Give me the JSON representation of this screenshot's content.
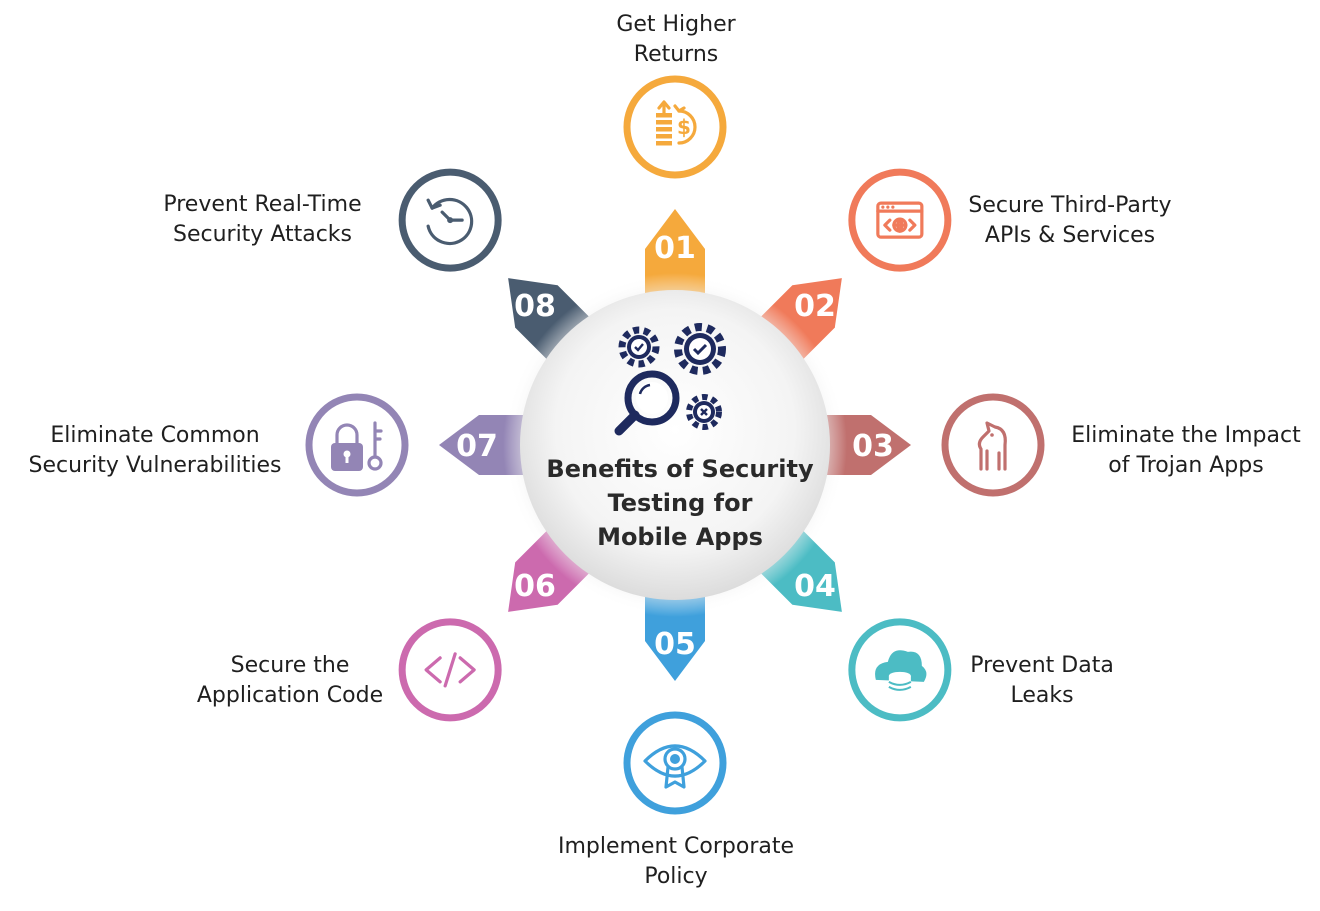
{
  "center": {
    "title_lines": [
      "Benefits of Security",
      "Testing for",
      "Mobile Apps"
    ]
  },
  "items": [
    {
      "number": "01",
      "lines": [
        "Get Higher",
        "Returns"
      ],
      "icon": "money-return-icon",
      "color": "#f5a93c"
    },
    {
      "number": "02",
      "lines": [
        "Secure Third-Party",
        "APIs & Services"
      ],
      "icon": "api-browser-icon",
      "color": "#f07a5a"
    },
    {
      "number": "03",
      "lines": [
        "Eliminate the Impact",
        "of Trojan Apps"
      ],
      "icon": "trojan-horse-icon",
      "color": "#c0706e"
    },
    {
      "number": "04",
      "lines": [
        "Prevent Data",
        "Leaks"
      ],
      "icon": "cloud-database-icon",
      "color": "#4cbcc4"
    },
    {
      "number": "05",
      "lines": [
        "Implement Corporate",
        "Policy"
      ],
      "icon": "eye-badge-icon",
      "color": "#3fa0dc"
    },
    {
      "number": "06",
      "lines": [
        "Secure the",
        "Application Code"
      ],
      "icon": "code-icon",
      "color": "#cc6aae"
    },
    {
      "number": "07",
      "lines": [
        "Eliminate Common",
        "Security Vulnerabilities"
      ],
      "icon": "lock-key-icon",
      "color": "#9385b5"
    },
    {
      "number": "08",
      "lines": [
        "Prevent Real-Time",
        "Security Attacks"
      ],
      "icon": "clock-refresh-icon",
      "color": "#4a5c70"
    }
  ],
  "center_icon": "gears-magnifier-icon",
  "center_icon_color": "#1e2a5e"
}
